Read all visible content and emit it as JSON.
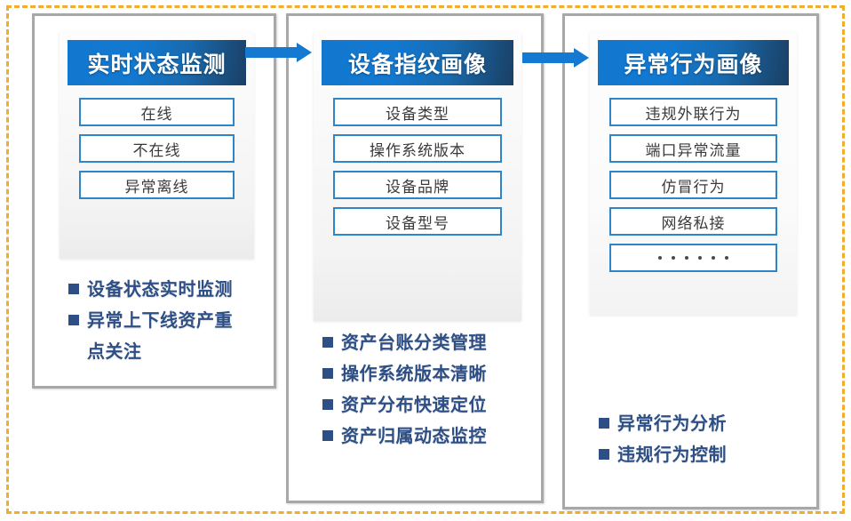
{
  "frame": {
    "border_color": "#f0ad2e"
  },
  "theme": {
    "header_gradient_start": "#1177cf",
    "header_gradient_end": "#1b3f64",
    "item_border": "#2e86c8",
    "bullet_color": "#2d4f86",
    "arrow_color": "#1479d0",
    "panel_border": "#a8a8a8"
  },
  "columns": [
    {
      "header": "实时状态监测",
      "items": [
        {
          "label": "在线",
          "type": "text"
        },
        {
          "label": "不在线",
          "type": "text"
        },
        {
          "label": "异常离线",
          "type": "text"
        }
      ],
      "bullets": [
        {
          "line1": "设备状态实时监测",
          "line2": ""
        },
        {
          "line1": "异常上下线资产重",
          "line2": "点关注"
        }
      ]
    },
    {
      "header": "设备指纹画像",
      "items": [
        {
          "label": "设备类型",
          "type": "text"
        },
        {
          "label": "操作系统版本",
          "type": "text"
        },
        {
          "label": "设备品牌",
          "type": "text"
        },
        {
          "label": "设备型号",
          "type": "text"
        }
      ],
      "bullets": [
        {
          "line1": "资产台账分类管理",
          "line2": ""
        },
        {
          "line1": "操作系统版本清晰",
          "line2": ""
        },
        {
          "line1": "资产分布快速定位",
          "line2": ""
        },
        {
          "line1": "资产归属动态监控",
          "line2": ""
        }
      ]
    },
    {
      "header": "异常行为画像",
      "items": [
        {
          "label": "违规外联行为",
          "type": "text"
        },
        {
          "label": "端口异常流量",
          "type": "text"
        },
        {
          "label": "仿冒行为",
          "type": "text"
        },
        {
          "label": "网络私接",
          "type": "text"
        },
        {
          "label": "",
          "type": "dots",
          "dot_count": 6
        }
      ],
      "bullets": [
        {
          "line1": "异常行为分析",
          "line2": ""
        },
        {
          "line1": "违规行为控制",
          "line2": ""
        }
      ]
    }
  ],
  "arrows": [
    {
      "from": "实时状态监测",
      "to": "设备指纹画像"
    },
    {
      "from": "设备指纹画像",
      "to": "异常行为画像"
    }
  ]
}
